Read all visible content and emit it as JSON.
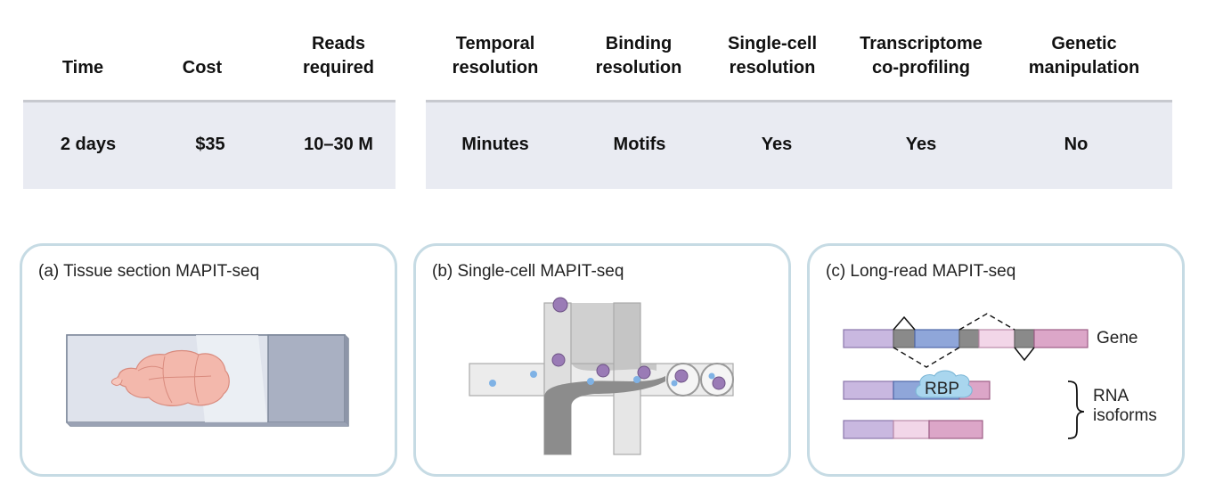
{
  "table": {
    "left": {
      "headers": [
        "Time",
        "Cost",
        "Reads\nrequired"
      ],
      "values": [
        "2 days",
        "$35",
        "10–30 M"
      ]
    },
    "right": {
      "headers": [
        "Temporal\nresolution",
        "Binding\nresolution",
        "Single-cell\nresolution",
        "Transcriptome\nco-profiling",
        "Genetic\nmanipulation"
      ],
      "values": [
        "Minutes",
        "Motifs",
        "Yes",
        "Yes",
        "No"
      ]
    }
  },
  "panels": {
    "a": {
      "title": "(a) Tissue section MAPIT-seq"
    },
    "b": {
      "title": "(b) Single-cell MAPIT-seq"
    },
    "c": {
      "title": "(c) Long-read MAPIT-seq",
      "gene_label": "Gene",
      "rbp_label": "RBP",
      "isoforms_label": "RNA\nisoforms"
    }
  },
  "colors": {
    "band": "#e9ebf2",
    "panel_border": "#c6dbe4",
    "exon_lavender": "#c9b8e0",
    "exon_blue": "#8fa6d9",
    "exon_pink_light": "#f2d6e8",
    "exon_pink": "#dca6c8",
    "intron_gray": "#8a8a8a",
    "rbp_cloud": "#a9d6ee"
  },
  "icons": [
    "brain-icon",
    "glass-slide-icon",
    "microfluidic-chip-icon",
    "bead-icon",
    "droplet-icon",
    "rbp-cloud-icon",
    "brace-icon"
  ]
}
